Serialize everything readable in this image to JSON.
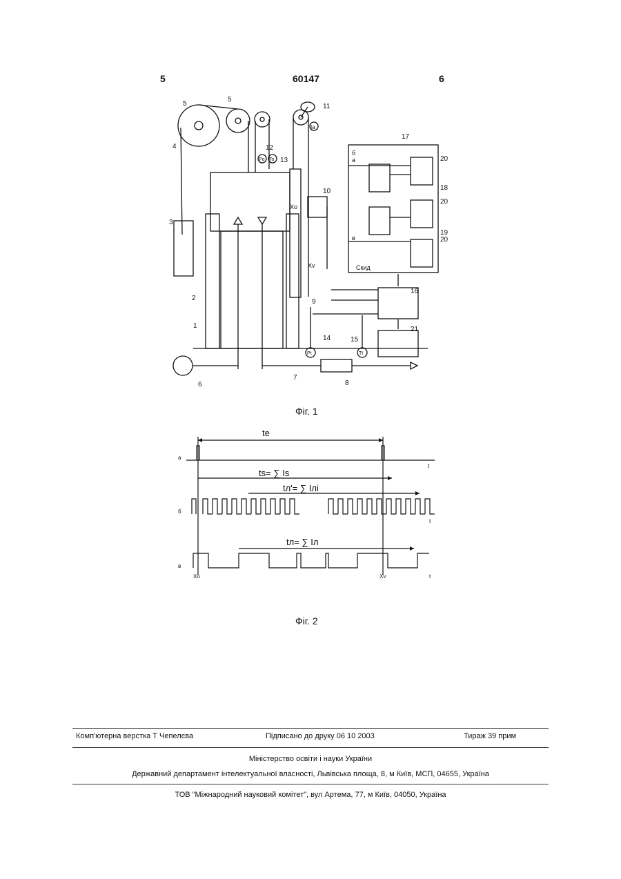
{
  "header": {
    "left_page": "5",
    "doc_number": "60147",
    "right_page": "6"
  },
  "figure1": {
    "caption": "Фіг. 1",
    "labels": [
      "1",
      "2",
      "3",
      "4",
      "5",
      "5",
      "6",
      "7",
      "8",
      "9",
      "10",
      "11",
      "12",
      "13",
      "14",
      "15",
      "16",
      "17",
      "18",
      "19",
      "20",
      "20",
      "20",
      "21"
    ],
    "sensors": [
      "Ia",
      "Po",
      "To",
      "Pt",
      "Tt"
    ],
    "port_labels": [
      "а",
      "б",
      "в",
      "Скид"
    ],
    "marks": [
      "Xo",
      "Xv"
    ]
  },
  "figure2": {
    "caption": "Фіг. 2",
    "row_labels": [
      "а",
      "б",
      "в"
    ],
    "t_labels": [
      "t",
      "t",
      "t"
    ],
    "x_labels": [
      "Xo",
      "Xv"
    ],
    "intervals": {
      "te": "te",
      "ts": "ts= ∑ Is",
      "tn1": "tл'= ∑ Iлi",
      "tn": "tл= ∑ Iл"
    }
  },
  "footer": {
    "layout": "Комп'ютерна верстка Т  Чепелєва",
    "signed": "Підписано до друку 06 10 2003",
    "print_run": "Тираж 39 прим",
    "ministry": "Міністерство освіти і науки України",
    "department": "Державний департамент інтелектуальної власності, Львівська площа, 8, м  Київ, МСП, 04655, Україна",
    "publisher": "ТОВ \"Міжнародний науковий комітет\", вул  Артема, 77, м  Київ, 04050, Україна"
  }
}
